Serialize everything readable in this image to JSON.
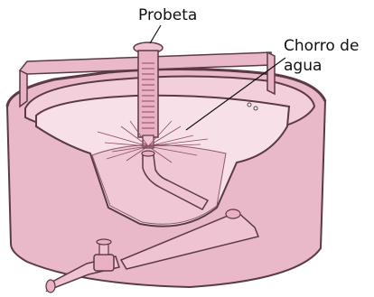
{
  "labels": {
    "probe": "Probeta",
    "jet_line1": "Chorro de",
    "jet_line2": "agua"
  },
  "colors": {
    "tank_outer": "#eab9c9",
    "tank_inner": "#f3cfdb",
    "tank_dark": "#c9899f",
    "outline": "#5a3a45",
    "pipe": "#f0c3d2",
    "background": "#ffffff"
  }
}
